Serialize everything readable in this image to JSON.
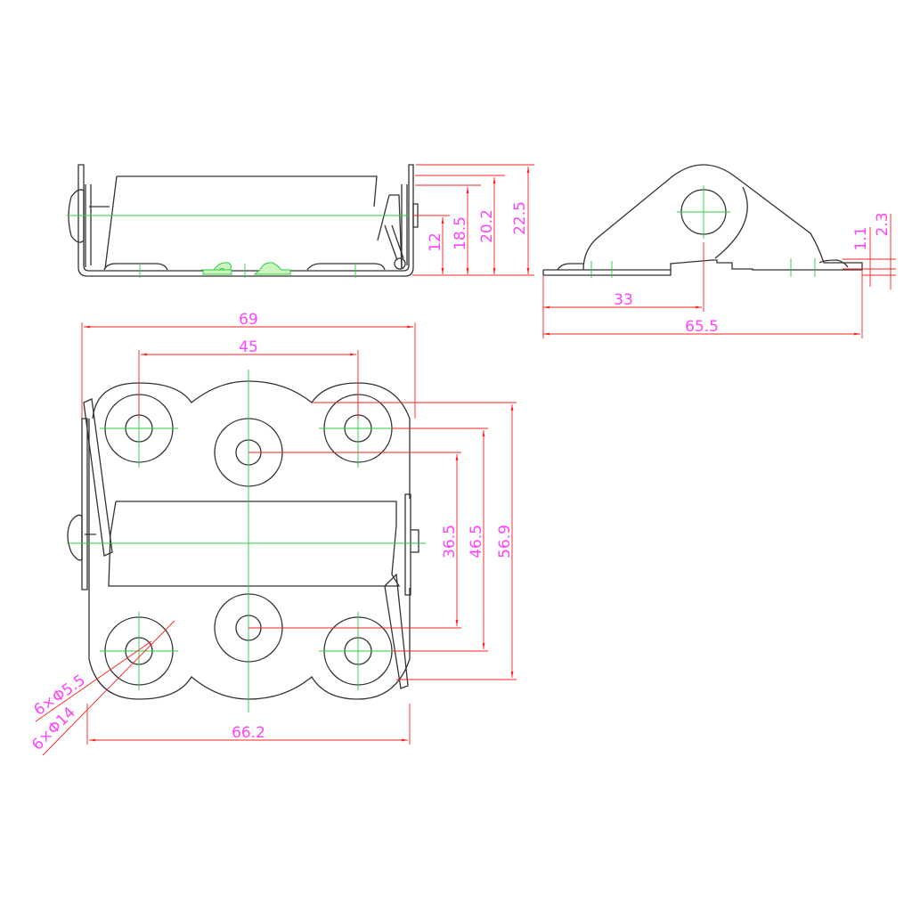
{
  "colors": {
    "outline": "#333333",
    "centerline": "#2ecc40",
    "dimension_line": "#ff2020",
    "dimension_text": "#ff44ff"
  },
  "front_view": {
    "dims": {
      "d12": "12",
      "d18_5": "18.5",
      "d20_2": "20.2",
      "d22_5": "22.5"
    }
  },
  "side_view": {
    "dims": {
      "d33": "33",
      "d65_5": "65.5",
      "d1_1": "1.1",
      "d2_3": "2.3"
    }
  },
  "plan_view": {
    "dims": {
      "d69": "69",
      "d45": "45",
      "d36_5": "36.5",
      "d46_5": "46.5",
      "d56_9": "56.9",
      "d66_2": "66.2",
      "hole_small": "6×Φ5.5",
      "hole_large": "6×Φ14"
    }
  }
}
